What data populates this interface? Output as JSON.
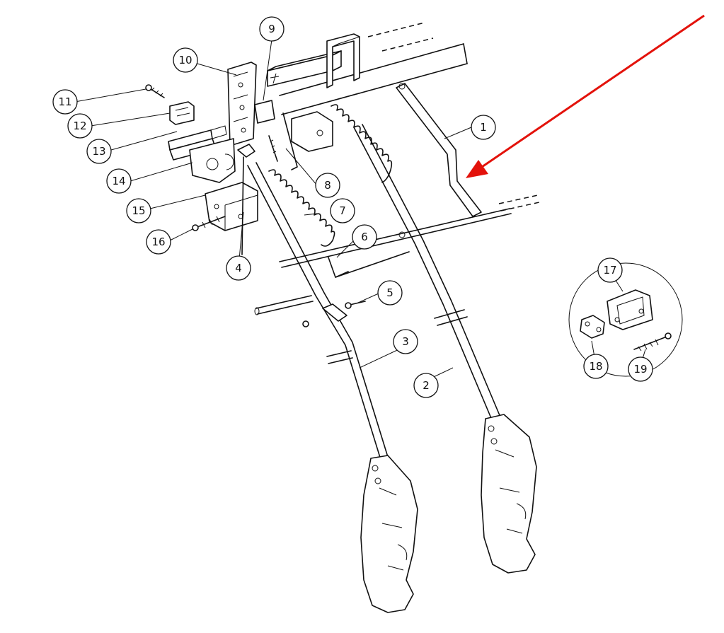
{
  "callouts": {
    "c1": "1",
    "c2": "2",
    "c3": "3",
    "c4": "4",
    "c5": "5",
    "c6": "6",
    "c7": "7",
    "c8": "8",
    "c9": "9",
    "c10": "10",
    "c11": "11",
    "c12": "12",
    "c13": "13",
    "c14": "14",
    "c15": "15",
    "c16": "16",
    "c17": "17",
    "c18": "18",
    "c19": "19"
  },
  "colors": {
    "line": "#111111",
    "background": "#ffffff",
    "highlight_arrow": "#e3120b"
  },
  "highlight": {
    "points_to": "1"
  }
}
